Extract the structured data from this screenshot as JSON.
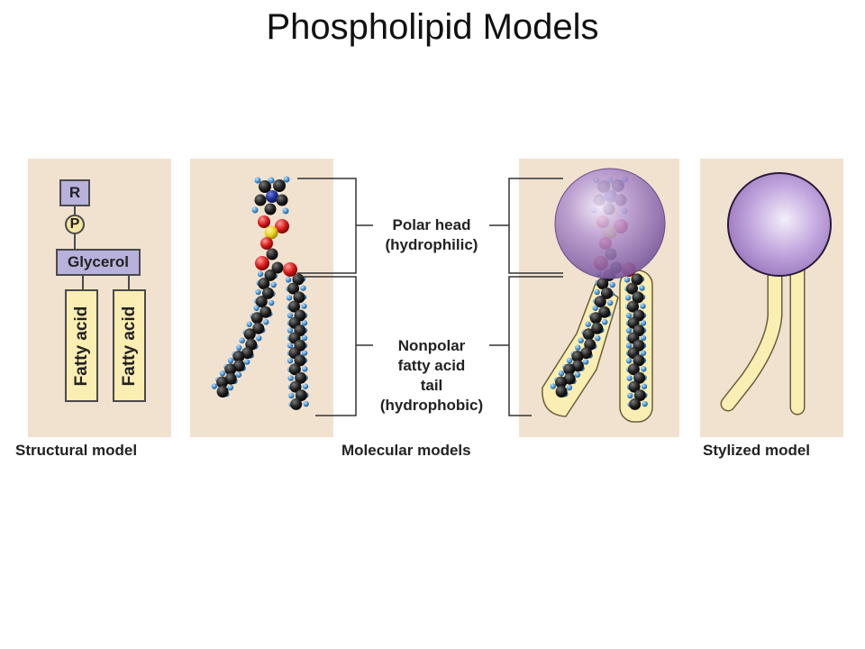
{
  "title": "Phospholipid Models",
  "structural": {
    "r_label": "R",
    "p_label": "P",
    "glycerol_label": "Glycerol",
    "fatty_acid_1": "Fatty acid",
    "fatty_acid_2": "Fatty acid"
  },
  "labels": {
    "polar_head_line1": "Polar head",
    "polar_head_line2": "(hydrophilic)",
    "tail_line1": "Nonpolar",
    "tail_line2": "fatty acid",
    "tail_line3": "tail",
    "tail_line4": "(hydrophobic)"
  },
  "captions": {
    "structural": "Structural model",
    "molecular": "Molecular models",
    "stylized": "Stylized model"
  },
  "colors": {
    "panel_bg": "#f1e2d0",
    "head_purple": "#a987c4",
    "tail_yellow": "#fbeeb3",
    "carbon": "#222222",
    "hydrogen": "#5aa9e6",
    "oxygen": "#d81b1b",
    "phosphorus": "#e8d11f",
    "nitrogen": "#1d2f9c"
  }
}
